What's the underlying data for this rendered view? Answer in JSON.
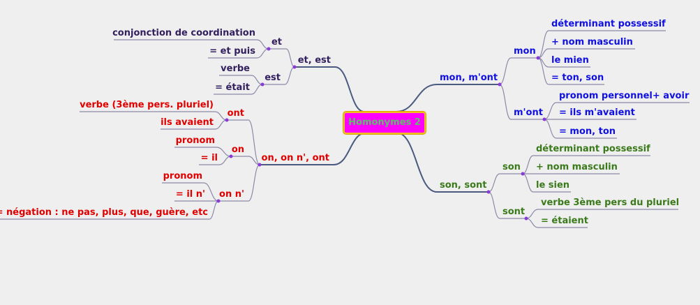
{
  "root": {
    "label": "Homonymes 2"
  },
  "colors": {
    "etest": "#33205f",
    "mon": "#1010e0",
    "son": "#3a7a1a",
    "on": "#e00000",
    "line": "#707090",
    "dot": "#8a3ad8"
  },
  "branches": {
    "etest": {
      "label": "et, est",
      "et": {
        "label": "et",
        "children": [
          "conjonction de coordination",
          "= et puis"
        ]
      },
      "est": {
        "label": "est",
        "children": [
          "verbe",
          "= était"
        ]
      }
    },
    "mon": {
      "label": "mon, m'ont",
      "mon": {
        "label": "mon",
        "children": [
          "déterminant possessif",
          "+ nom masculin",
          "le mien",
          "= ton, son"
        ]
      },
      "mont": {
        "label": "m'ont",
        "children": [
          "pronom personnel+ avoir",
          "= ils m'avaient",
          "= mon, ton"
        ]
      }
    },
    "son": {
      "label": "son, sont",
      "son": {
        "label": "son",
        "children": [
          "déterminant possessif",
          "+ nom masculin",
          "le sien"
        ]
      },
      "sont": {
        "label": "sont",
        "children": [
          "verbe 3ème pers du pluriel",
          "= étaient"
        ]
      }
    },
    "on": {
      "label": "on, on n', ont",
      "ont": {
        "label": "ont",
        "children": [
          "verbe (3ème pers. pluriel)",
          "ils avaient"
        ]
      },
      "on": {
        "label": "on",
        "children": [
          "pronom",
          "= il"
        ]
      },
      "onn": {
        "label": "on n'",
        "children": [
          "pronom",
          "= il n'",
          "= négation : ne pas, plus, que, guère, etc"
        ]
      }
    }
  }
}
